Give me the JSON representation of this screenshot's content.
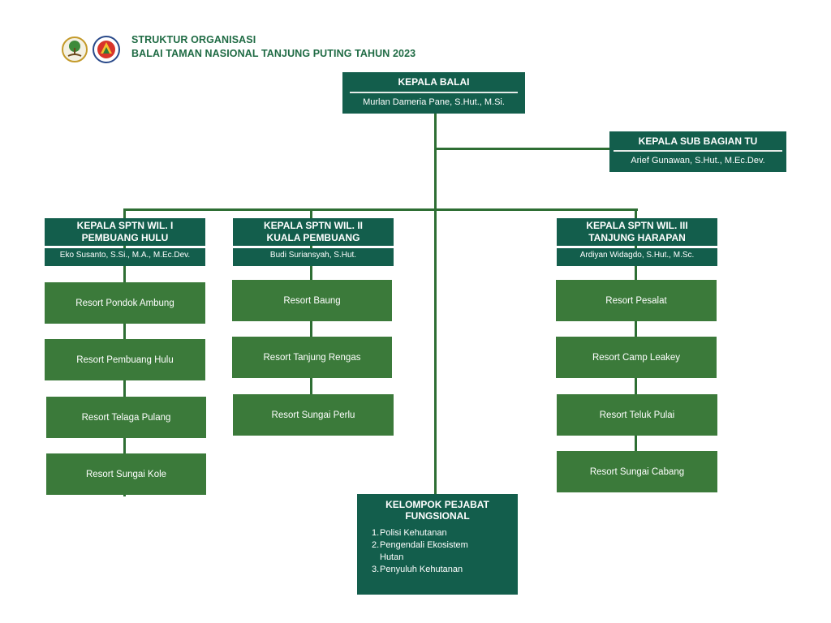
{
  "header": {
    "line1": "STRUKTUR ORGANISASI",
    "line2": "BALAI TAMAN NASIONAL TANJUNG PUTING TAHUN 2023"
  },
  "logos": [
    "forestry-ministry-logo",
    "national-park-logo"
  ],
  "colors": {
    "dark_green": "#135e4c",
    "resort_green": "#3b7a3a",
    "connector": "#2e6e34",
    "title": "#1f6b44"
  },
  "kepala_balai": {
    "title": "KEPALA BALAI",
    "name": "Murlan Dameria Pane, S.Hut., M.Si."
  },
  "kasubag_tu": {
    "title": "KEPALA SUB BAGIAN TU",
    "name": "Arief Gunawan, S.Hut., M.Ec.Dev."
  },
  "sptn": [
    {
      "title1": "KEPALA SPTN WIL. I",
      "title2": "PEMBUANG HULU",
      "name": "Eko Susanto, S.Si., M.A., M.Ec.Dev.",
      "resorts": [
        "Resort Pondok Ambung",
        "Resort Pembuang Hulu",
        "Resort Telaga Pulang",
        "Resort Sungai Kole"
      ]
    },
    {
      "title1": "KEPALA SPTN WIL. II",
      "title2": "KUALA PEMBUANG",
      "name": "Budi Suriansyah, S.Hut.",
      "resorts": [
        "Resort Baung",
        "Resort Tanjung Rengas",
        "Resort Sungai Perlu"
      ]
    },
    {
      "title1": "KEPALA SPTN WIL. III",
      "title2": "TANJUNG HARAPAN",
      "name": "Ardiyan Widagdo, S.Hut., M.Sc.",
      "resorts": [
        "Resort Pesalat",
        "Resort Camp Leakey",
        "Resort Teluk Pulai",
        "Resort Sungai Cabang"
      ]
    }
  ],
  "fungsional": {
    "title1": "KELOMPOK PEJABAT",
    "title2": "FUNGSIONAL",
    "items": [
      {
        "num": "1.",
        "line1": "Polisi Kehutanan",
        "line2": ""
      },
      {
        "num": "2.",
        "line1": "Pengendali Ekosistem",
        "line2": "Hutan"
      },
      {
        "num": "3.",
        "line1": "Penyuluh Kehutanan",
        "line2": ""
      }
    ]
  }
}
